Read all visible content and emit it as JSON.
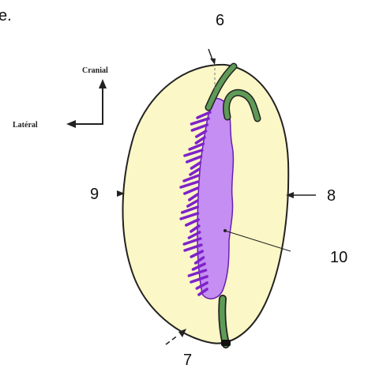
{
  "header_fragment": "e.",
  "axes": {
    "vertical_label": "Cranial",
    "horizontal_label": "Latéral"
  },
  "callouts": {
    "n6": "6",
    "n7": "7",
    "n8": "8",
    "n9": "9",
    "n10": "10"
  },
  "colors": {
    "organ_fill": "#fbf7c6",
    "lobe_fill": "#c48ef2",
    "lobe_stripes": "#7e22c9",
    "duct": "#5e9b57",
    "outline": "#222222"
  }
}
